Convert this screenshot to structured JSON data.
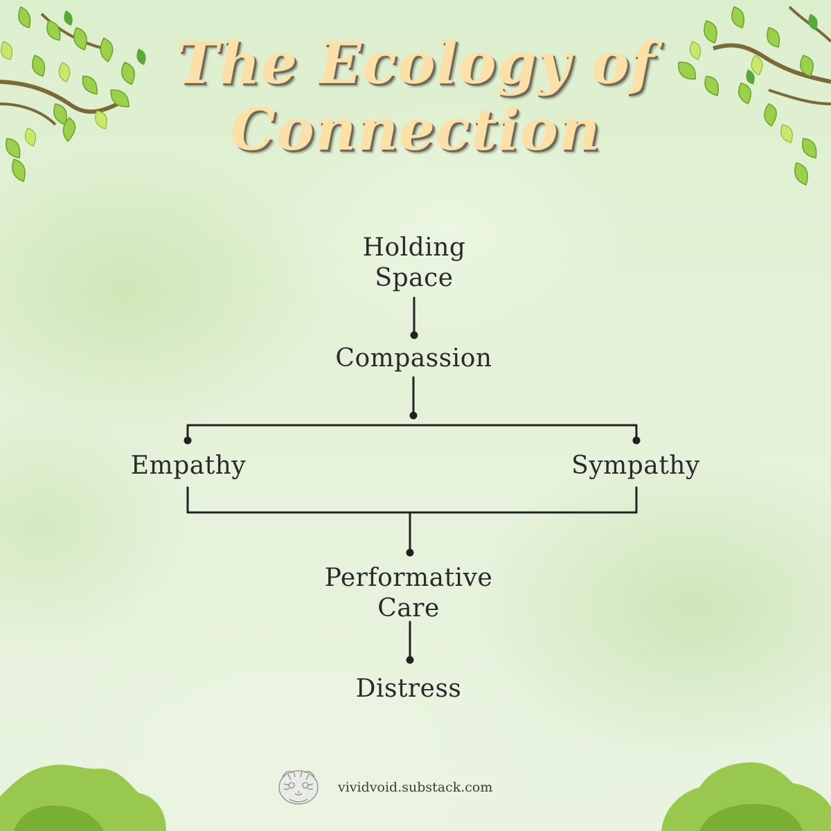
{
  "title": {
    "line1": "The Ecology of",
    "line2": "Connection"
  },
  "nodes": {
    "holding_space": {
      "line1": "Holding",
      "line2": "Space"
    },
    "compassion": "Compassion",
    "empathy": "Empathy",
    "sympathy": "Sympathy",
    "performative_care": {
      "line1": "Performative",
      "line2": "Care"
    },
    "distress": "Distress"
  },
  "footer": {
    "credit": "vividvoid.substack.com",
    "logo_icon": "tiger-sketch-icon"
  },
  "colors": {
    "title_fill": "#fbe0a8",
    "title_shadow": "#6f6a5a",
    "line": "#222222",
    "leaf": "#9bd04a",
    "bush": "#8fc44a"
  }
}
